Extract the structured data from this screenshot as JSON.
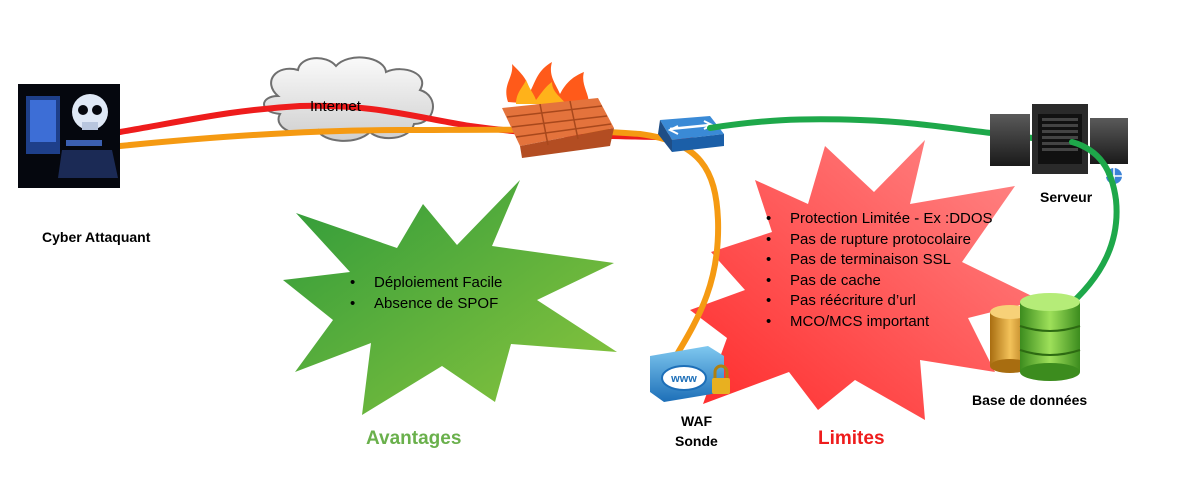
{
  "nodes": {
    "attacker": "Cyber Attaquant",
    "internet": "Internet",
    "server": "Serveur",
    "database": "Base de données",
    "waf_line1": "WAF",
    "waf_line2": "Sonde"
  },
  "advantages": {
    "title": "Avantages",
    "items": [
      "Déploiement Facile",
      "Absence de SPOF"
    ]
  },
  "limits": {
    "title": "Limites",
    "items": [
      "Protection Limitée - Ex :DDOS",
      "Pas de rupture protocolaire",
      "Pas de terminaison SSL",
      "Pas de cache",
      "Pas réécriture d’url",
      "MCO/MCS important"
    ]
  },
  "colors": {
    "attack_line": "#ee1c1c",
    "mirror_line": "#f59a12",
    "server_line": "#1ea84a",
    "advantages_title": "#6ab04c",
    "limits_title": "#ee1c1c"
  },
  "icons": {
    "attacker": "hacker-skull-icon",
    "internet": "cloud-icon",
    "firewall": "firewall-icon",
    "switch": "network-switch-icon",
    "server": "server-rack-icon",
    "database": "database-icon",
    "waf": "waf-probe-icon"
  }
}
